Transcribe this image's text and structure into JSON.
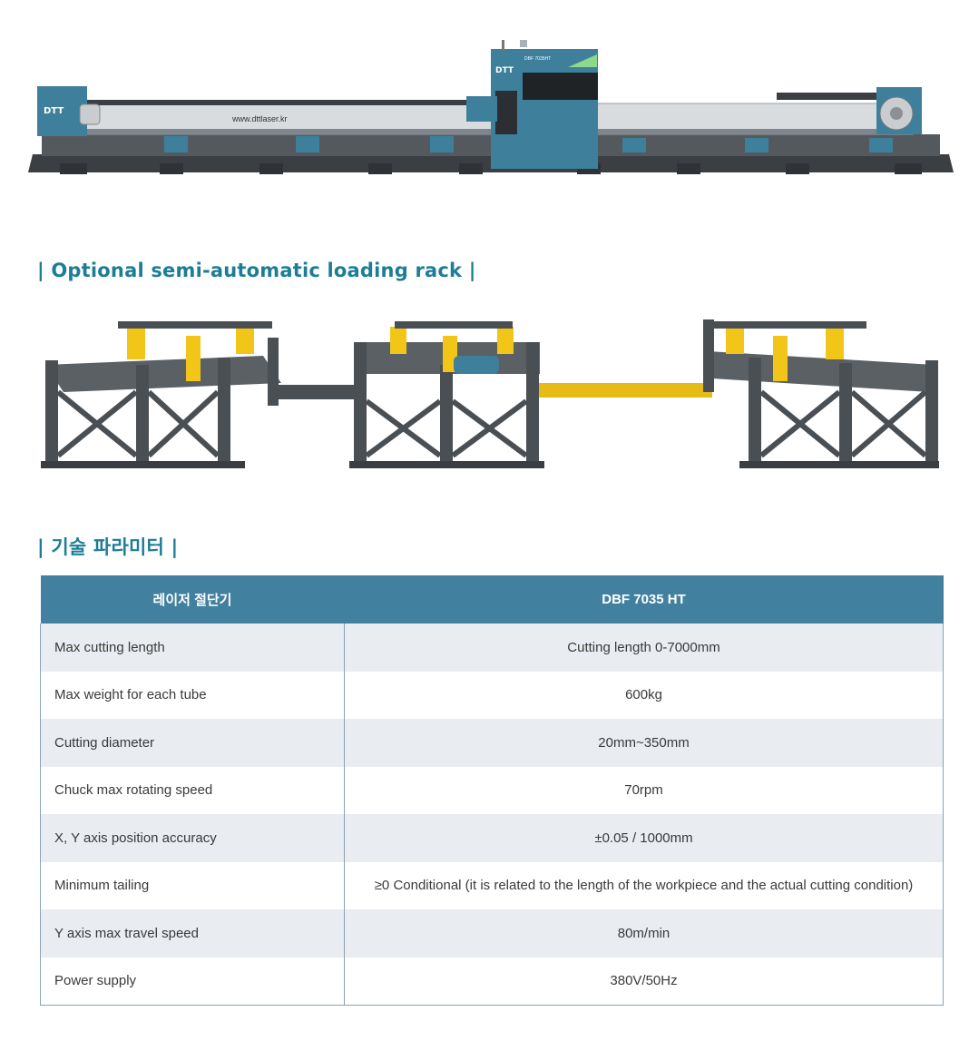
{
  "machine": {
    "brand_logo": "DTT",
    "website": "www.dttlaser.kr",
    "cabinet_model": "DBF 7035HT"
  },
  "rack_section": {
    "title": "| Optional semi-automatic loading rack |"
  },
  "params_section": {
    "title": "| 기술 파라미터 |"
  },
  "spec_table": {
    "header": [
      "레이저 절단기",
      "DBF 7035 HT"
    ],
    "rows": [
      {
        "label": "Max cutting length",
        "value": "Cutting length 0-7000mm"
      },
      {
        "label": "Max weight for each tube",
        "value": "600kg"
      },
      {
        "label": "Cutting diameter",
        "value": "20mm~350mm"
      },
      {
        "label": "Chuck max rotating speed",
        "value": "70rpm"
      },
      {
        "label": "X, Y axis position accuracy",
        "value": "±0.05 / 1000mm"
      },
      {
        "label": "Minimum tailing",
        "value": "≥0 Conditional (it is related to the length of the workpiece and the actual cutting condition)"
      },
      {
        "label": "Y axis max travel speed",
        "value": "80m/min"
      },
      {
        "label": "Power supply",
        "value": "380V/50Hz"
      }
    ]
  },
  "colors": {
    "heading": "#1e7d96",
    "table_header_bg": "#41809f",
    "row_alt_bg": "#e9ecf0",
    "machine_teal": "#3e7f9c",
    "rack_gray": "#555a5f",
    "rack_yellow": "#f2c618"
  }
}
